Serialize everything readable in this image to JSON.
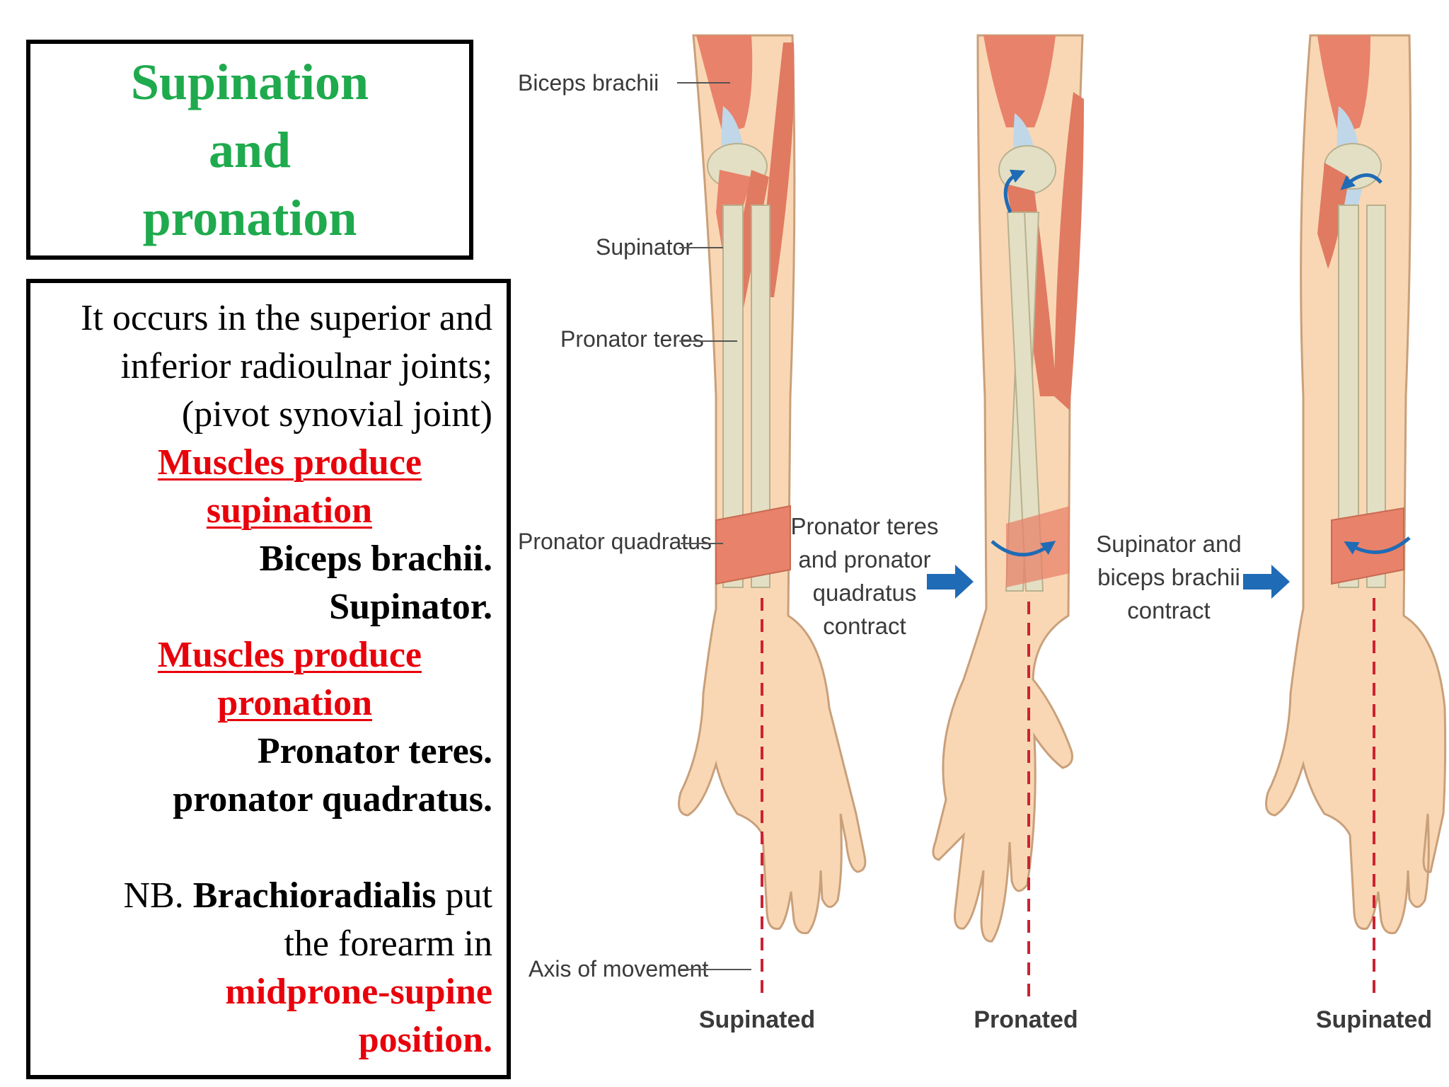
{
  "title": {
    "line1": "Supination",
    "line2": "and",
    "line3": "pronation"
  },
  "body": {
    "intro1": "It occurs in the superior and",
    "intro2": "inferior radioulnar joints;",
    "intro3": "(pivot synovial joint)",
    "sup_heading1": "Muscles produce",
    "sup_heading2": "supination",
    "sup_item1": "Biceps brachii.",
    "sup_item2": "Supinator.",
    "pro_heading1": "Muscles produce",
    "pro_heading2": "pronation",
    "pro_item1": "Pronator teres.",
    "pro_item2": "pronator quadratus.",
    "nb_prefix": "NB.",
    "nb_bold": "Brachioradialis",
    "nb_suffix": "put",
    "nb_line2": "the forearm in",
    "nb_red1": "midprone-supine",
    "nb_red2": "position."
  },
  "figure": {
    "label_biceps": "Biceps brachii",
    "label_supinator": "Supinator",
    "label_pronator_teres": "Pronator teres",
    "label_pronator_quadratus": "Pronator quadratus",
    "label_axis": "Axis of movement",
    "caption_1a": "Pronator teres",
    "caption_1b": "and pronator",
    "caption_1c": "quadratus",
    "caption_1d": "contract",
    "caption_2a": "Supinator and",
    "caption_2b": "biceps brachii",
    "caption_2c": "contract",
    "state_left": "Supinated",
    "state_middle": "Pronated",
    "state_right": "Supinated"
  },
  "colors": {
    "title_green": "#1faa4d",
    "highlight_red": "#e8000b",
    "skin": "#f9d7b5",
    "muscle": "#e8826a",
    "bone": "#e3dfc4",
    "arrow_blue": "#1f6bb5",
    "axis_red": "#cc2233"
  }
}
